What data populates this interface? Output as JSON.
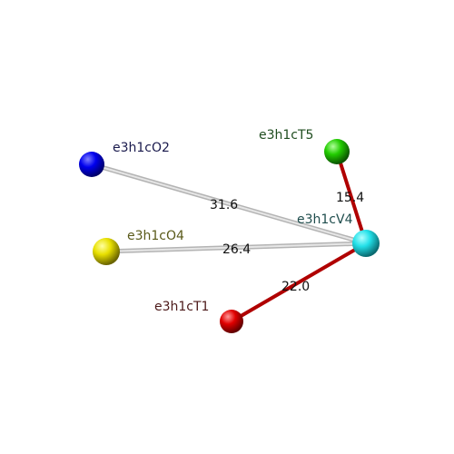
{
  "nodes": [
    {
      "id": "e3h1cO2",
      "label": "e3h1cO2",
      "color": "#0000ee",
      "label_color": "#1a1a4d"
    },
    {
      "id": "e3h1cT5",
      "label": "e3h1cT5",
      "color": "#22cc00",
      "label_color": "#1f4d1f"
    },
    {
      "id": "e3h1cO4",
      "label": "e3h1cO4",
      "color": "#e8e000",
      "label_color": "#5a5a1a"
    },
    {
      "id": "e3h1cV4",
      "label": "e3h1cV4",
      "color": "#22e0e8",
      "label_color": "#1f4d4d"
    },
    {
      "id": "e3h1cT1",
      "label": "e3h1cT1",
      "color": "#e00000",
      "label_color": "#4d1a1a"
    }
  ],
  "edges": [
    {
      "from": "e3h1cO2",
      "to": "e3h1cV4",
      "label": "31.6",
      "color": "#c8c8c8"
    },
    {
      "from": "e3h1cO4",
      "to": "e3h1cV4",
      "label": "26.4",
      "color": "#c8c8c8"
    },
    {
      "from": "e3h1cT5",
      "to": "e3h1cV4",
      "label": "15.4",
      "color": "#b00000"
    },
    {
      "from": "e3h1cT1",
      "to": "e3h1cV4",
      "label": "22.0",
      "color": "#b00000"
    }
  ]
}
